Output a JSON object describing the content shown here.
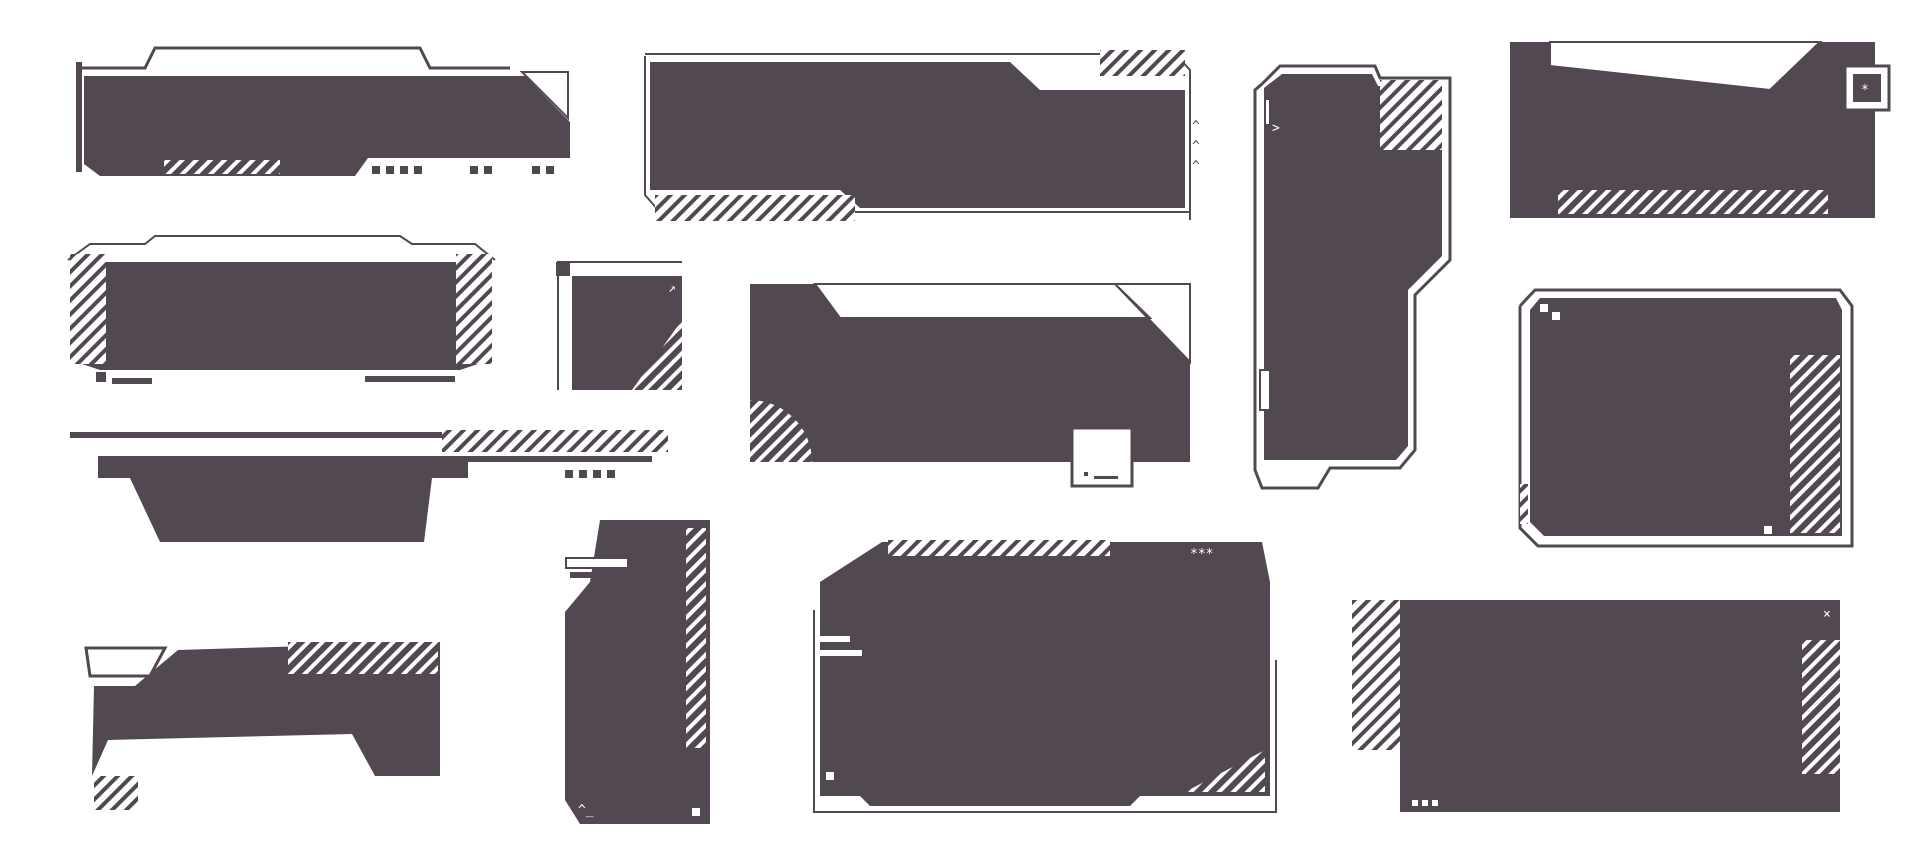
{
  "colors": {
    "panel_fill": "#524852",
    "outline": "#524852",
    "background": "#ffffff",
    "accent_light": "#ffffff"
  },
  "frames": [
    {
      "id": "frame-1",
      "type": "angled-header",
      "text": ""
    },
    {
      "id": "frame-2",
      "type": "arrow-banner",
      "text": "←"
    },
    {
      "id": "frame-3",
      "type": "tall-panel",
      "text": ""
    },
    {
      "id": "frame-4",
      "type": "star-banner",
      "text": "*"
    },
    {
      "id": "frame-5",
      "type": "prompt-banner",
      "text": ">>>->>"
    },
    {
      "id": "frame-6",
      "type": "small-square",
      "text": ""
    },
    {
      "id": "frame-7",
      "type": "wide-panel",
      "text": ""
    },
    {
      "id": "frame-8",
      "type": "corner-panel",
      "text": ""
    },
    {
      "id": "frame-9",
      "type": "tray",
      "text": ""
    },
    {
      "id": "frame-10",
      "type": "vertical-slim",
      "text": "^_"
    },
    {
      "id": "frame-11",
      "type": "tab-panel",
      "text": "***"
    },
    {
      "id": "frame-12",
      "type": "slanted-block",
      "text": ""
    },
    {
      "id": "frame-13",
      "type": "close-panel",
      "text": "×"
    }
  ]
}
